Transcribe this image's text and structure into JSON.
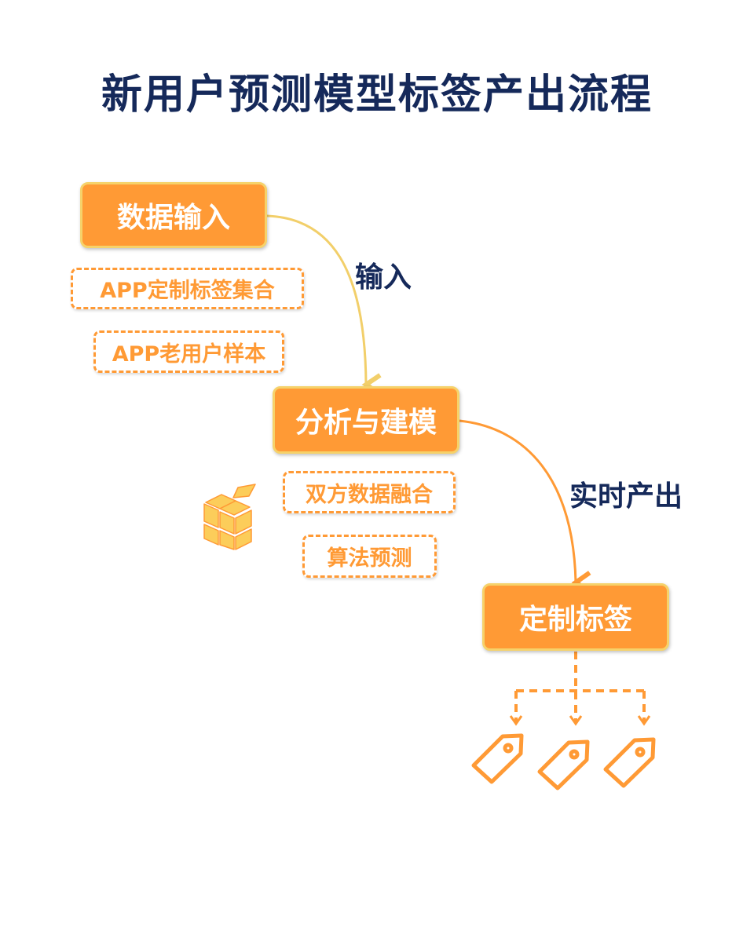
{
  "title": "新用户预测模型标签产出流程",
  "steps": [
    {
      "label": "数据输入",
      "items": [
        "APP定制标签集合",
        "APP老用户样本"
      ]
    },
    {
      "label": "分析与建模",
      "items": [
        "双方数据融合",
        "算法预测"
      ]
    },
    {
      "label": "定制标签"
    }
  ],
  "connectors": [
    "输入",
    "实时产出"
  ],
  "colors": {
    "primary": "#ff9a35",
    "border": "#f6d26a",
    "title": "#15295a"
  },
  "icons": [
    "cube-icon",
    "tag-icon"
  ]
}
